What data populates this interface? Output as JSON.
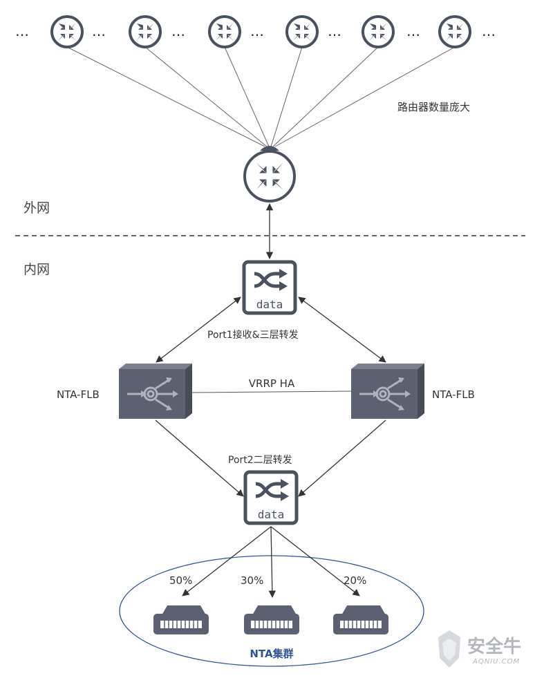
{
  "labels": {
    "routers_many": "路由器数量庞大",
    "external_net": "外网",
    "internal_net": "内网",
    "port1": "Port1接收&三层转发",
    "port2": "Port2二层转发",
    "vrrp": "VRRP HA",
    "flb_left": "NTA-FLB",
    "flb_right": "NTA-FLB",
    "switch_top_text": "data",
    "switch_bottom_text": "data",
    "cluster": "NTA集群",
    "ellipsis": "…"
  },
  "distribution": [
    {
      "percent": "50%"
    },
    {
      "percent": "30%"
    },
    {
      "percent": "20%"
    }
  ],
  "watermark": {
    "name": "安全牛",
    "domain": "AQNIU.COM"
  },
  "colors": {
    "router_stroke": "#4a5260",
    "device_fill": "#5b6170",
    "cluster_ellipse": "#2f5597",
    "line": "#555555"
  }
}
